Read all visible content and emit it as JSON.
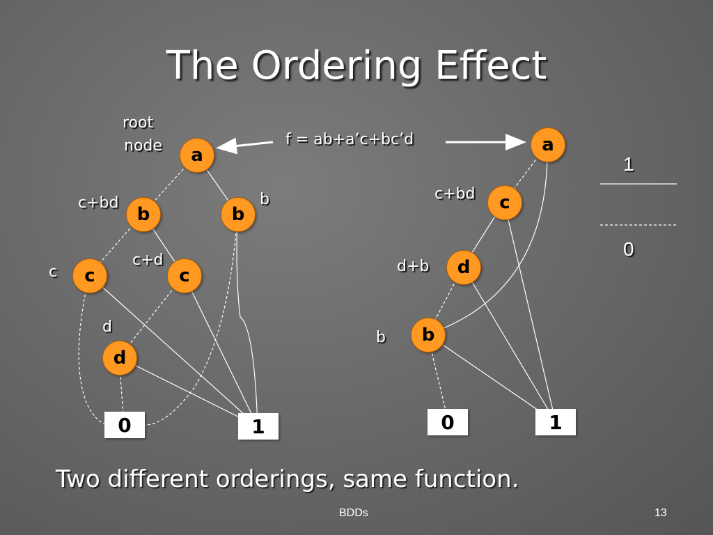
{
  "slide": {
    "title": "The Ordering Effect",
    "caption": "Two different orderings, same function.",
    "footer_center": "BDDs",
    "page_number": "13"
  },
  "formula": "f = ab+a’c+bc’d",
  "root_label_line1": "root",
  "root_label_line2": "node",
  "legend": {
    "solid_label": "1",
    "dashed_label": "0"
  },
  "left_diagram": {
    "nodes": {
      "a": "a",
      "b_left": "b",
      "b_right": "b",
      "c_left": "c",
      "c_right": "c",
      "d": "d"
    },
    "annotations": {
      "b_left": "c+bd",
      "b_right": "b",
      "c_left": "c",
      "c_right": "c+d",
      "d": "d"
    },
    "terminals": {
      "zero": "0",
      "one": "1"
    }
  },
  "right_diagram": {
    "nodes": {
      "a": "a",
      "c": "c",
      "d": "d",
      "b": "b"
    },
    "annotations": {
      "c": "c+bd",
      "d": "d+b",
      "b": "b"
    },
    "terminals": {
      "zero": "0",
      "one": "1"
    }
  },
  "colors": {
    "node_fill": "#ff9922",
    "edge": "#ffffff"
  }
}
